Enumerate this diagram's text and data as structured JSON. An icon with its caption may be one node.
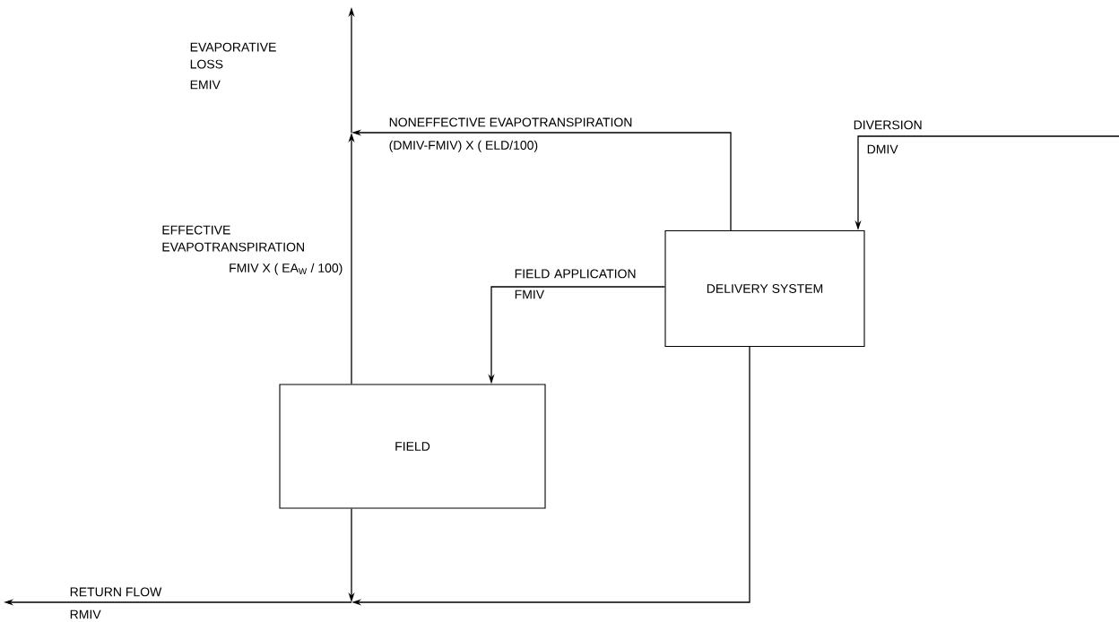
{
  "diagram": {
    "nodes": [
      {
        "text": [
          "DELIVERY SYSTEM"
        ]
      },
      {
        "text": [
          "FIELD"
        ]
      }
    ],
    "edges": [
      {
        "from": null,
        "to": 0,
        "arrow": "to",
        "label": "DIVERSION"
      },
      {
        "from": 0,
        "to": null,
        "arrow": "to",
        "label": "NONEFFECTIVE EVAPOTRANSPIRATION"
      },
      {
        "from": 1,
        "to": null,
        "arrow": "to",
        "label": "EFFECTIVE EVAPOTRANSPIRATION"
      },
      {
        "from": 0,
        "to": 1,
        "arrow": "to",
        "label": "FIELD APPLICATION"
      },
      {
        "from": 0,
        "to": null,
        "arrow": "to"
      },
      {
        "from": 1,
        "to": null,
        "arrow": "to",
        "label": "RETURN FLOW"
      }
    ],
    "labels": [
      "EVAPORATIVE LOSS",
      "EMIV",
      "(DMIV-FMIV) X ( ELD/100)",
      "DMIV",
      "FMIV X ( EA$_{W}$ / 100)",
      "FMIV",
      "RMIV"
    ]
  }
}
